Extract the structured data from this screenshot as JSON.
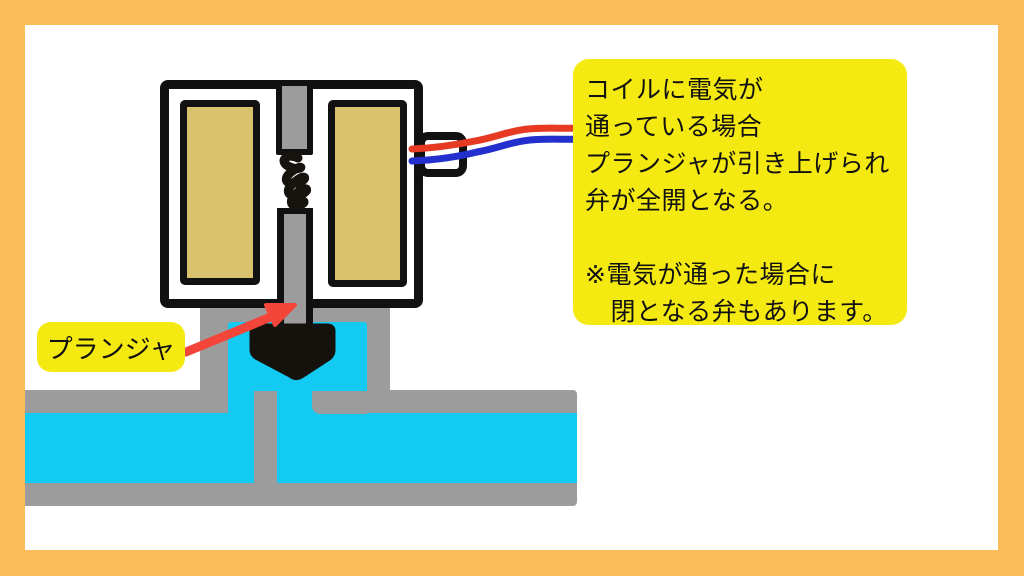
{
  "diagram_title": "solenoid-valve-energized-open",
  "plunger_label": {
    "text": "プランジャ"
  },
  "note": {
    "lines": [
      "コイルに電気が",
      "通っている場合",
      "プランジャが引き上げられ",
      "弁が全開となる。",
      "",
      "※電気が通った場合に",
      "　閉となる弁もあります。"
    ]
  },
  "colors": {
    "frame_orange": "#FCBC59",
    "ink_black": "#111111",
    "coil_tan": "#D9C26D",
    "metal_gray": "#9C9C9C",
    "water_cyan": "#12CAF2",
    "highlight_yellow": "#F5E912",
    "wire_red": "#E73A22",
    "wire_blue": "#2430CE",
    "arrow_red": "#F3453A"
  }
}
